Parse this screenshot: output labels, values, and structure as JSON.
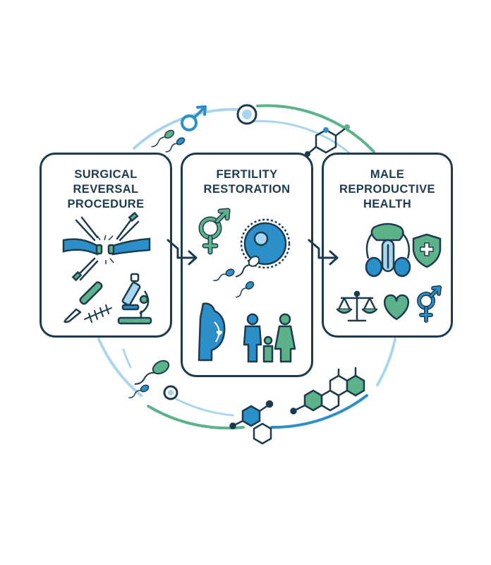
{
  "colors": {
    "navy": "#1d3b4f",
    "blue": "#2b8fc9",
    "light_blue": "#a9d6ee",
    "green": "#5cb38a",
    "light_green": "#bfe3cf"
  },
  "panels": [
    {
      "title": "SURGICAL\nREVERSAL\nPROCEDURE",
      "icons": [
        "vas-deferens-tube-icon",
        "forceps-icon",
        "scalpel-icon",
        "sutures-icon",
        "microscope-icon"
      ]
    },
    {
      "title": "FERTILITY\nRESTORATION",
      "icons": [
        "male-symbol-icon",
        "egg-cell-icon",
        "sperm-icon",
        "pregnant-woman-icon",
        "family-icon"
      ]
    },
    {
      "title": "MALE\nREPRODUCTIVE\nHEALTH",
      "icons": [
        "reproductive-anatomy-icon",
        "shield-cross-icon",
        "balance-scale-icon",
        "heart-icon",
        "gender-symbol-icon"
      ]
    }
  ],
  "flow_arrows": [
    "arrow-right-icon",
    "arrow-right-icon"
  ],
  "ring_decorations": [
    "sperm-icon",
    "male-symbol-icon",
    "molecule-icon",
    "hormone-molecule-icon"
  ]
}
